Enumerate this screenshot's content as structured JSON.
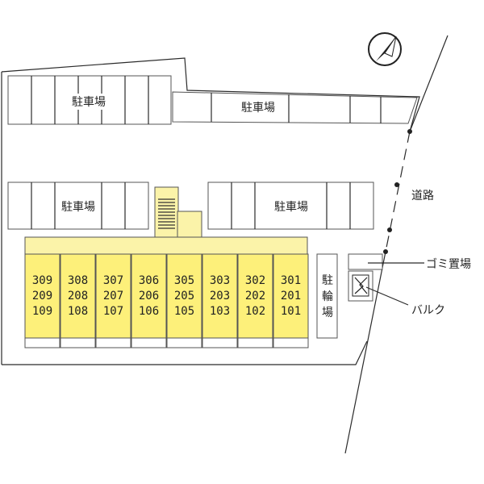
{
  "labels": {
    "parking_top_left": "駐車場",
    "parking_top_right": "駐車場",
    "parking_mid_left": "駐車場",
    "parking_mid_right": "駐車場",
    "bicycle_parking": [
      "駐",
      "輪",
      "場"
    ],
    "road": "道路",
    "garbage": "ゴミ置場",
    "balk": "バルク"
  },
  "units": [
    [
      "309",
      "209",
      "109"
    ],
    [
      "308",
      "208",
      "108"
    ],
    [
      "307",
      "207",
      "107"
    ],
    [
      "306",
      "206",
      "106"
    ],
    [
      "305",
      "205",
      "105"
    ],
    [
      "303",
      "203",
      "103"
    ],
    [
      "302",
      "202",
      "102"
    ],
    [
      "301",
      "201",
      "101"
    ]
  ],
  "colors": {
    "building_fill": "#fdf07a",
    "corridor_fill": "#fbf3a9",
    "line": "#2a2a2a"
  },
  "icons": {
    "north": "north-arrow-icon",
    "balk": "balk-tank-icon"
  }
}
